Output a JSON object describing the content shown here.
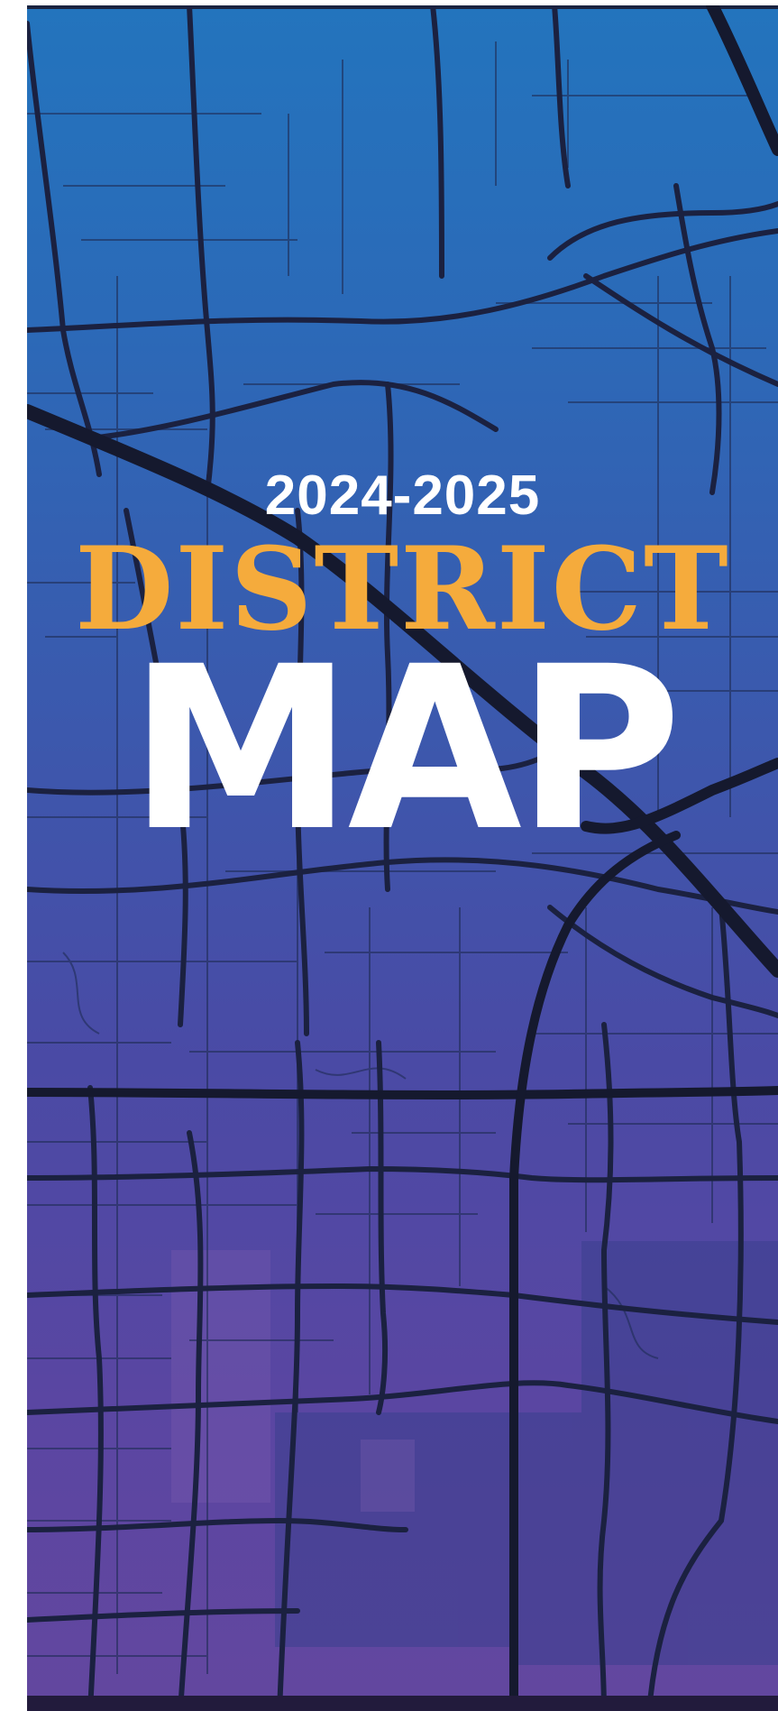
{
  "poster": {
    "year": "2024-2025",
    "title_line1": "DISTRICT",
    "title_line2": "MAP"
  },
  "colors": {
    "gradient_top": "#2374bd",
    "gradient_bottom": "#63479f",
    "road": "#1b2140",
    "accent": "#f5ab3c",
    "text": "#ffffff"
  }
}
